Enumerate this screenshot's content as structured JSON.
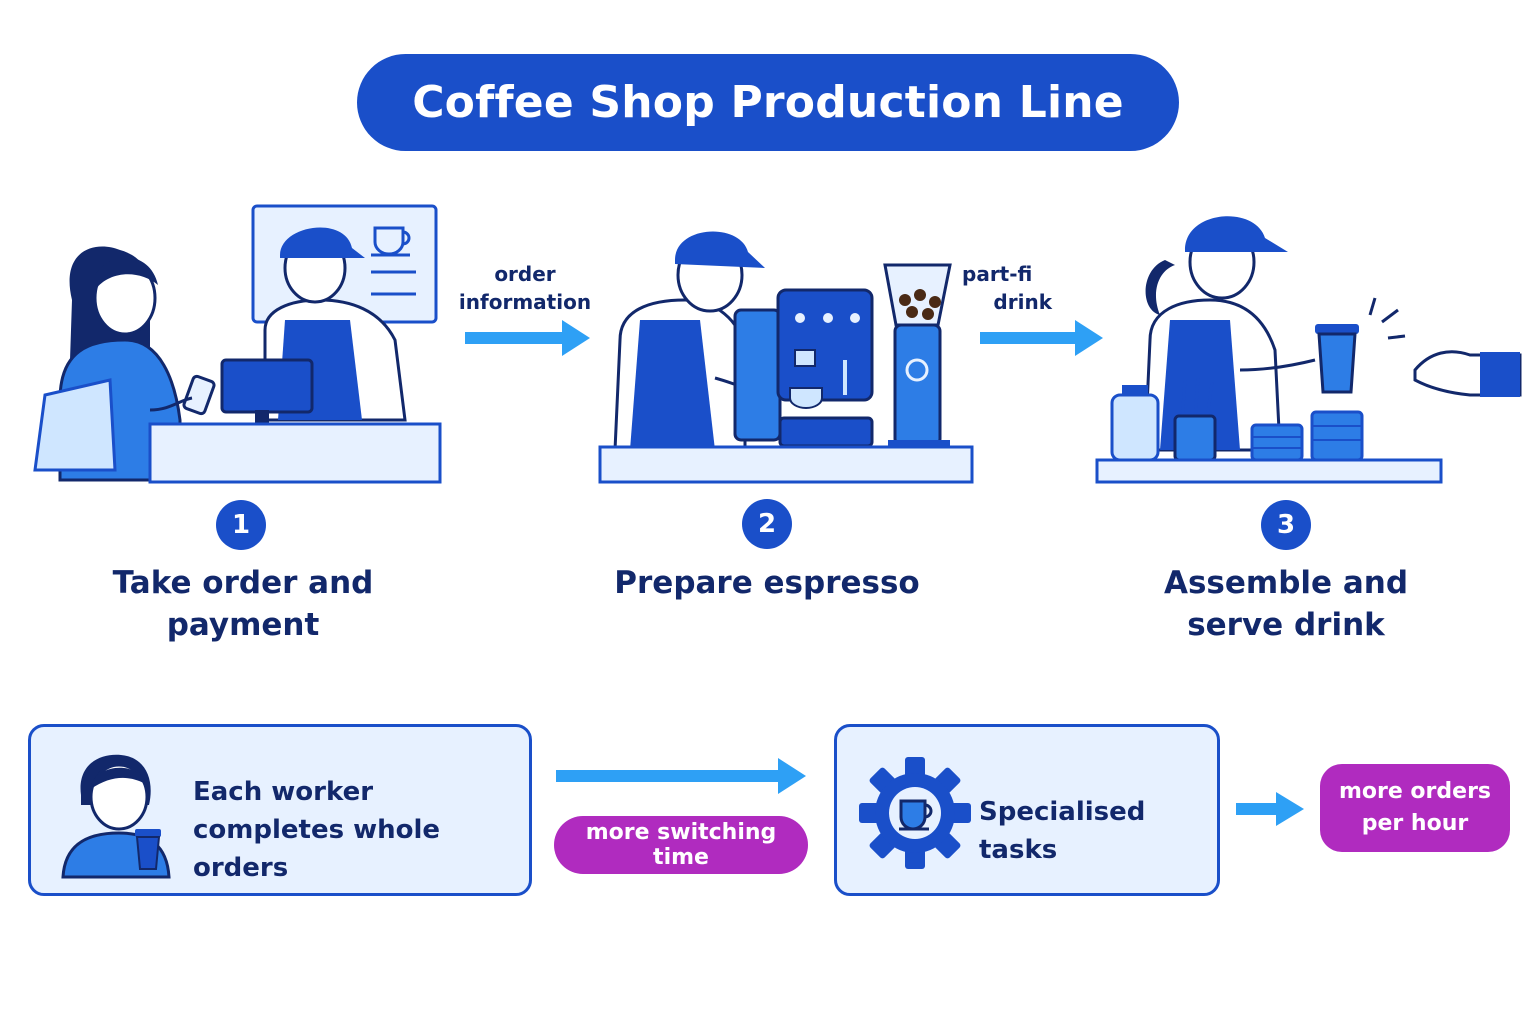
{
  "title": "Coffee Shop Production Line",
  "flow_labels": {
    "order_info_line1": "order",
    "order_info_line2": "information",
    "part_filled_line1": "part-fi",
    "part_filled_line2": "drink"
  },
  "steps": [
    {
      "number": "1",
      "label_line1": "Take order and",
      "label_line2": "payment"
    },
    {
      "number": "2",
      "label_line1": "Prepare espresso",
      "label_line2": ""
    },
    {
      "number": "3",
      "label_line1": "Assemble and",
      "label_line2": "serve drink"
    }
  ],
  "comparison": {
    "generalist": {
      "line1": "Each worker",
      "line2": "completes whole orders"
    },
    "generalist_tag": "more switching time",
    "specialist": {
      "label": "Specialised tasks"
    },
    "specialist_tag": {
      "line1": "more orders",
      "line2": "per hour"
    }
  },
  "colors": {
    "primary": "#1a4fc9",
    "arrow": "#2ea0f5",
    "light_fill": "#e7f1ff",
    "tag": "#b02bbf",
    "text": "#12286b"
  },
  "icons": [
    "coffee-cup-icon",
    "gear-icon",
    "arrow-right-icon",
    "register-icon",
    "espresso-machine-icon",
    "grinder-icon",
    "hand-icon"
  ]
}
